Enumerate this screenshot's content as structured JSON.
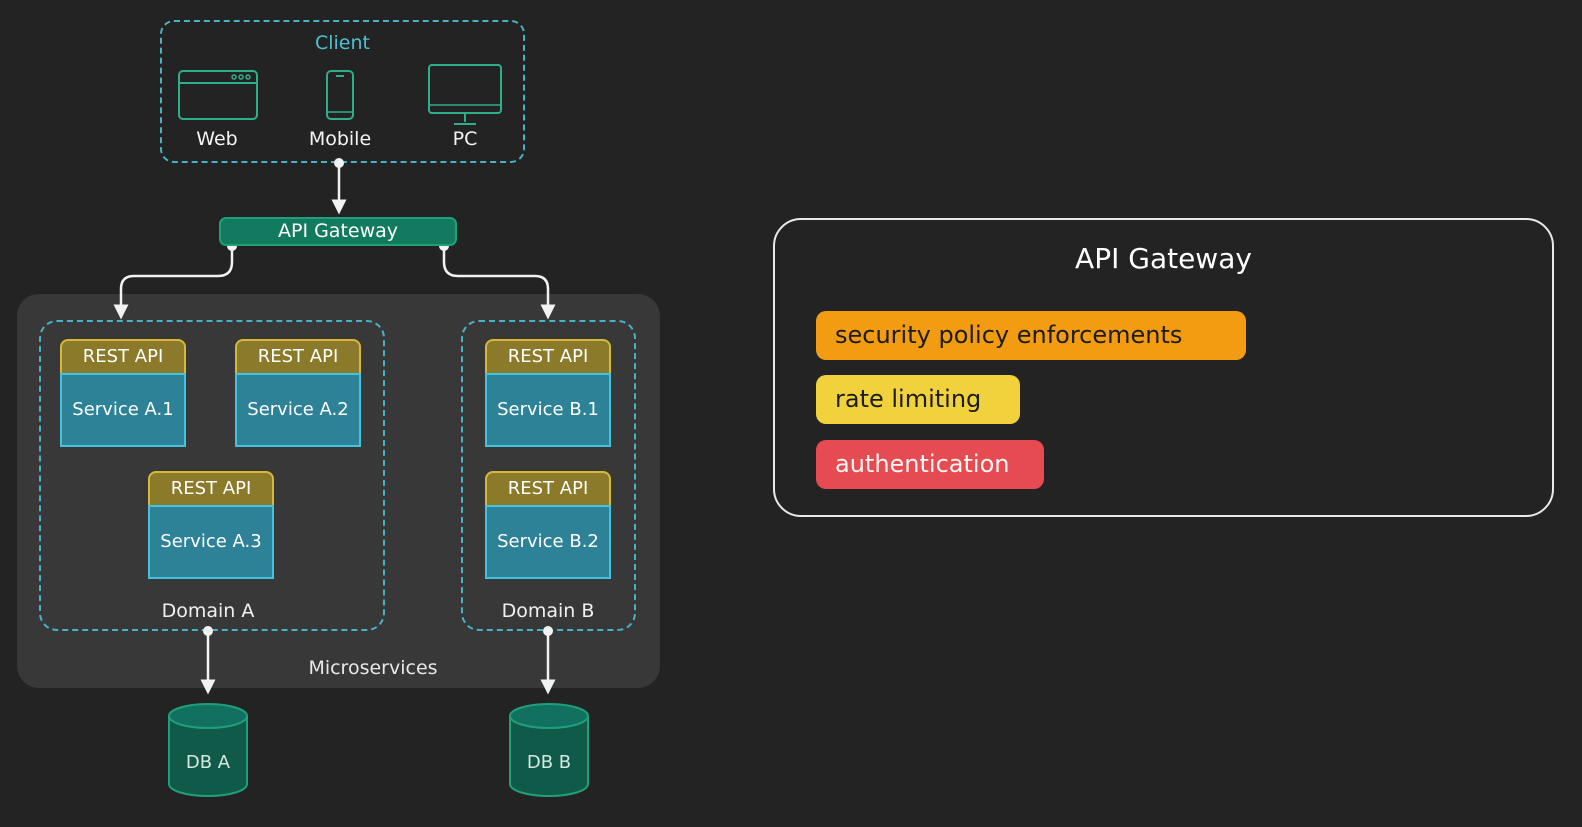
{
  "client": {
    "title": "Client",
    "items": [
      {
        "label": "Web",
        "icon": "browser-window-icon"
      },
      {
        "label": "Mobile",
        "icon": "mobile-phone-icon"
      },
      {
        "label": "PC",
        "icon": "desktop-monitor-icon"
      }
    ]
  },
  "gateway": {
    "label": "API Gateway"
  },
  "microservices": {
    "label": "Microservices",
    "domains": [
      {
        "label": "Domain A",
        "services": [
          {
            "api": "REST API",
            "name": "Service A.1"
          },
          {
            "api": "REST API",
            "name": "Service A.2"
          },
          {
            "api": "REST API",
            "name": "Service A.3"
          }
        ]
      },
      {
        "label": "Domain B",
        "services": [
          {
            "api": "REST API",
            "name": "Service B.1"
          },
          {
            "api": "REST API",
            "name": "Service B.2"
          }
        ]
      }
    ]
  },
  "databases": [
    {
      "label": "DB A"
    },
    {
      "label": "DB B"
    }
  ],
  "gateway_panel": {
    "title": "API Gateway",
    "features": [
      {
        "label": "security policy enforcements",
        "color": "#f39c12"
      },
      {
        "label": "rate limiting",
        "color": "#f2d23c"
      },
      {
        "label": "authentication",
        "color": "#e54b50"
      }
    ]
  },
  "colors": {
    "background": "#232323",
    "dashed_border": "#48b3c6",
    "gateway_green": "#127a5e",
    "service_blue": "#2d8297",
    "rest_gold": "#8a7a2a",
    "db_green": "#0f5a48"
  }
}
